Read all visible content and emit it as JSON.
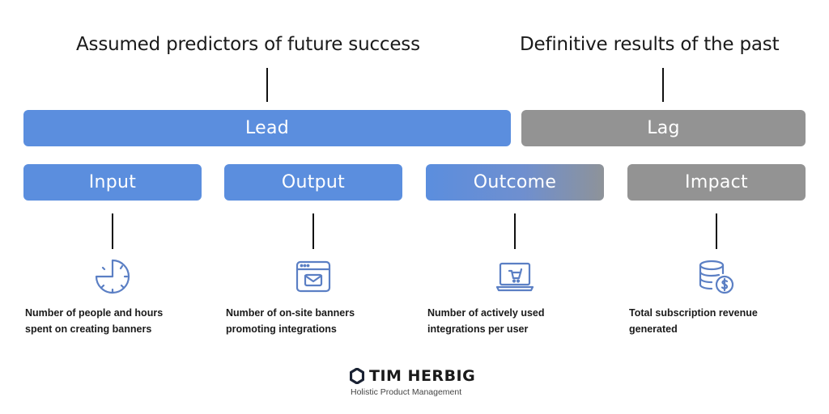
{
  "headings": {
    "lead_caption": "Assumed predictors of future success",
    "lag_caption": "Definitive results of the past"
  },
  "groups": {
    "lead": "Lead",
    "lag": "Lag"
  },
  "stages": [
    {
      "label": "Input",
      "icon": "clock-icon",
      "description_line1": "Number of people and hours",
      "description_line2": "spent on creating banners"
    },
    {
      "label": "Output",
      "icon": "browser-mail-icon",
      "description_line1": "Number of on-site banners",
      "description_line2": "promoting integrations"
    },
    {
      "label": "Outcome",
      "icon": "laptop-cart-icon",
      "description_line1": "Number of actively used",
      "description_line2": "integrations per user"
    },
    {
      "label": "Impact",
      "icon": "coins-dollar-icon",
      "description_line1": "Total subscription revenue",
      "description_line2": "generated"
    }
  ],
  "brand": {
    "name": "TIM HERBIG",
    "tagline": "Holistic Product Management"
  },
  "colors": {
    "lead_blue": "#5b8ede",
    "lag_gray": "#939393",
    "icon_blue": "#5b7fc4"
  }
}
